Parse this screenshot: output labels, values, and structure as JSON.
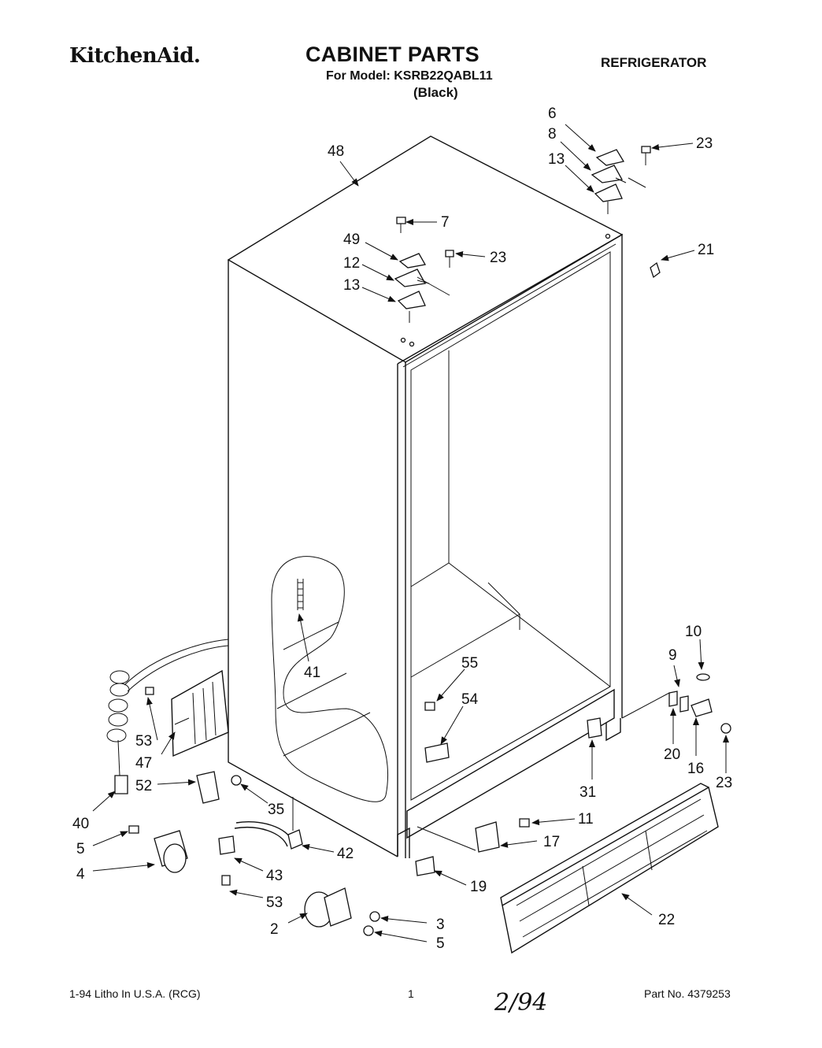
{
  "header": {
    "brand": "KitchenAid.",
    "title": "CABINET PARTS",
    "model_line": "For Model: KSRB22QABL11",
    "color": "(Black)",
    "category": "REFRIGERATOR"
  },
  "footer": {
    "print_info": "1-94 Litho In U.S.A. (RCG)",
    "page_number": "1",
    "handwritten_date": "2/94",
    "part_number": "Part No. 4379253"
  },
  "callouts": [
    {
      "id": "c48",
      "label": "48"
    },
    {
      "id": "c6",
      "label": "6"
    },
    {
      "id": "c8",
      "label": "8"
    },
    {
      "id": "c13a",
      "label": "13"
    },
    {
      "id": "c23a",
      "label": "23"
    },
    {
      "id": "c7",
      "label": "7"
    },
    {
      "id": "c49",
      "label": "49"
    },
    {
      "id": "c23b",
      "label": "23"
    },
    {
      "id": "c12",
      "label": "12"
    },
    {
      "id": "c13b",
      "label": "13"
    },
    {
      "id": "c21",
      "label": "21"
    },
    {
      "id": "c10",
      "label": "10"
    },
    {
      "id": "c9",
      "label": "9"
    },
    {
      "id": "c41",
      "label": "41"
    },
    {
      "id": "c55",
      "label": "55"
    },
    {
      "id": "c54",
      "label": "54"
    },
    {
      "id": "c53a",
      "label": "53"
    },
    {
      "id": "c47",
      "label": "47"
    },
    {
      "id": "c52",
      "label": "52"
    },
    {
      "id": "c40",
      "label": "40"
    },
    {
      "id": "c35",
      "label": "35"
    },
    {
      "id": "c5a",
      "label": "5"
    },
    {
      "id": "c4",
      "label": "4"
    },
    {
      "id": "c42",
      "label": "42"
    },
    {
      "id": "c43",
      "label": "43"
    },
    {
      "id": "c53b",
      "label": "53"
    },
    {
      "id": "c2",
      "label": "2"
    },
    {
      "id": "c3",
      "label": "3"
    },
    {
      "id": "c5b",
      "label": "5"
    },
    {
      "id": "c20",
      "label": "20"
    },
    {
      "id": "c16",
      "label": "16"
    },
    {
      "id": "c23c",
      "label": "23"
    },
    {
      "id": "c31",
      "label": "31"
    },
    {
      "id": "c11",
      "label": "11"
    },
    {
      "id": "c17",
      "label": "17"
    },
    {
      "id": "c19",
      "label": "19"
    },
    {
      "id": "c22",
      "label": "22"
    }
  ]
}
